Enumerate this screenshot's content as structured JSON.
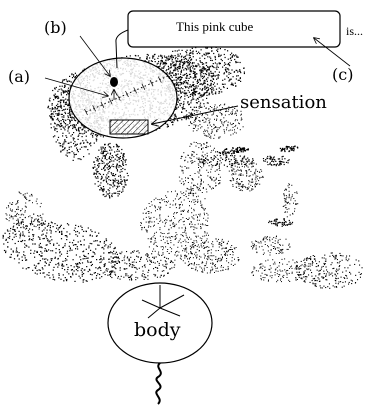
{
  "labels": {
    "a": "(a)",
    "b": "(b)",
    "c": "(c)",
    "sensation": "sensation",
    "speech_text": "This pink cube",
    "speech_suffix": "is...",
    "body": "body"
  },
  "colors": {
    "ink": "#000000",
    "background": "#ffffff",
    "hatch": "#000000"
  },
  "icons": {
    "portrait": "stippled-head-portrait",
    "brain_region": "ellipse-outline",
    "sensation_box": "hatched-rectangle",
    "speech_box": "rounded-rectangle",
    "body_circle": "circle-outline",
    "tail": "wavy-line"
  }
}
